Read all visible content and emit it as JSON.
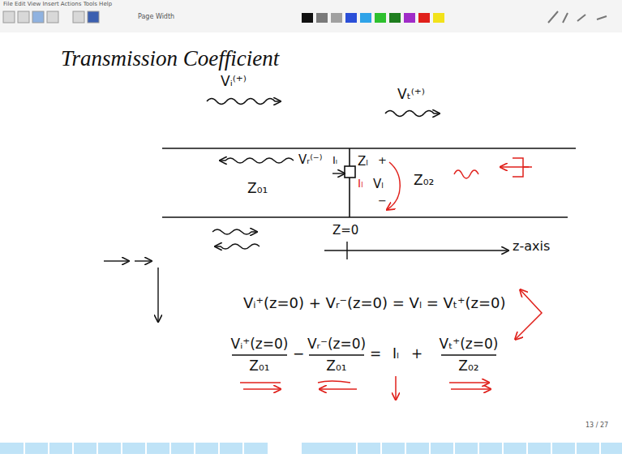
{
  "diagram": {
    "title": "Transmission Coefficient",
    "labels": [
      "File Edit View Insert Actions Tools Help",
      "Page Width",
      "Vᵢ⁽⁺⁾",
      "Vₜ⁽⁺⁾",
      "Vᵣ⁽⁻⁾",
      "Iₗ",
      "Z₀₁",
      "Zₗ",
      "Iₗ",
      "Vₗ",
      "+",
      "−",
      "Z₀₂",
      "Z=0",
      "z-axis",
      "Vᵢ⁺(z=0) + Vᵣ⁻(z=0) = Vₗ = Vₜ⁺(z=0)",
      "Vᵢ⁺(z=0)",
      "Z₀₁",
      "−",
      "Vᵣ⁻(z=0)",
      "Z₀₁",
      "=",
      "Iₗ",
      "+",
      "Vₜ⁺(z=0)",
      "Z₀₂",
      "13 / 27"
    ]
  }
}
